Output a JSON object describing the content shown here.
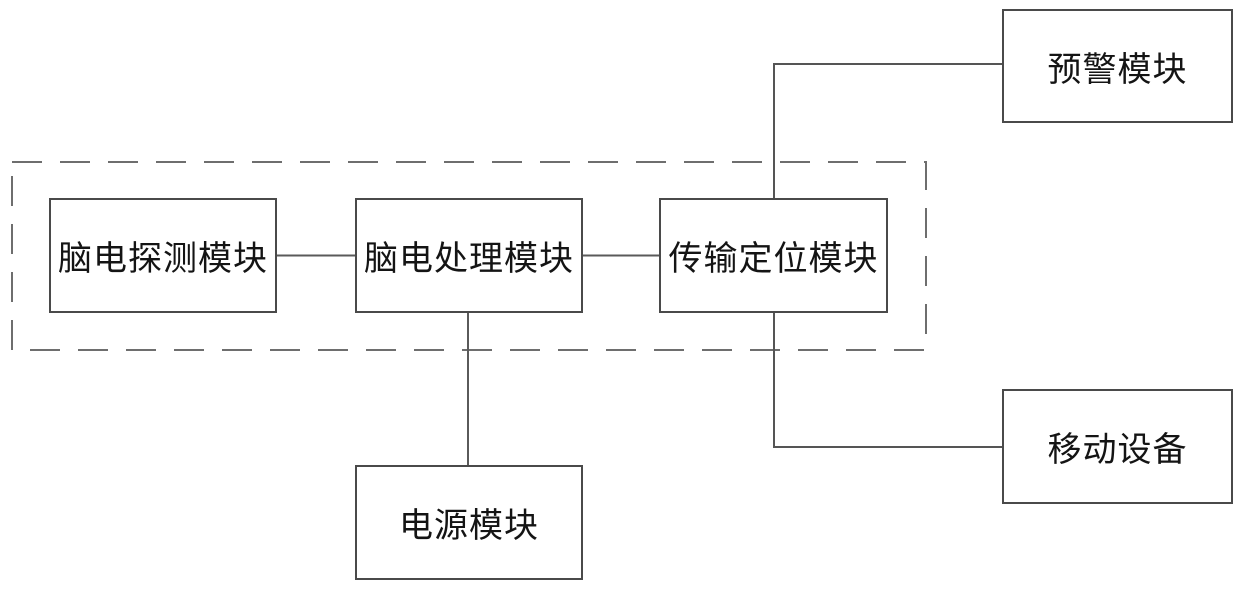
{
  "diagram": {
    "type": "block-diagram",
    "background": "#ffffff",
    "colors": {
      "box_border": "#4a4a4a",
      "connector_line": "#5a5a5a",
      "dashed_group_border": "#6e6e6e",
      "label_text": "#141414"
    },
    "dashed_group": {
      "name": "wearable-unit-dashed-group",
      "contains": [
        "脑电探测模块",
        "脑电处理模块",
        "传输定位模块"
      ]
    },
    "nodes": [
      {
        "id": "eeg-detection",
        "label": "脑电探测模块",
        "in_dashed_group": true
      },
      {
        "id": "eeg-processing",
        "label": "脑电处理模块",
        "in_dashed_group": true
      },
      {
        "id": "transmission-positioning",
        "label": "传输定位模块",
        "in_dashed_group": true
      },
      {
        "id": "early-warning",
        "label": "预警模块",
        "in_dashed_group": false
      },
      {
        "id": "mobile-device",
        "label": "移动设备",
        "in_dashed_group": false
      },
      {
        "id": "power",
        "label": "电源模块",
        "in_dashed_group": false
      }
    ],
    "edges": [
      {
        "from": "脑电探测模块",
        "to": "脑电处理模块",
        "style": "straight"
      },
      {
        "from": "脑电处理模块",
        "to": "传输定位模块",
        "style": "straight"
      },
      {
        "from": "传输定位模块",
        "to": "预警模块",
        "style": "elbow-up-right"
      },
      {
        "from": "传输定位模块",
        "to": "移动设备",
        "style": "elbow-down-right"
      },
      {
        "from": "脑电处理模块",
        "to": "电源模块",
        "style": "straight-down"
      }
    ]
  }
}
